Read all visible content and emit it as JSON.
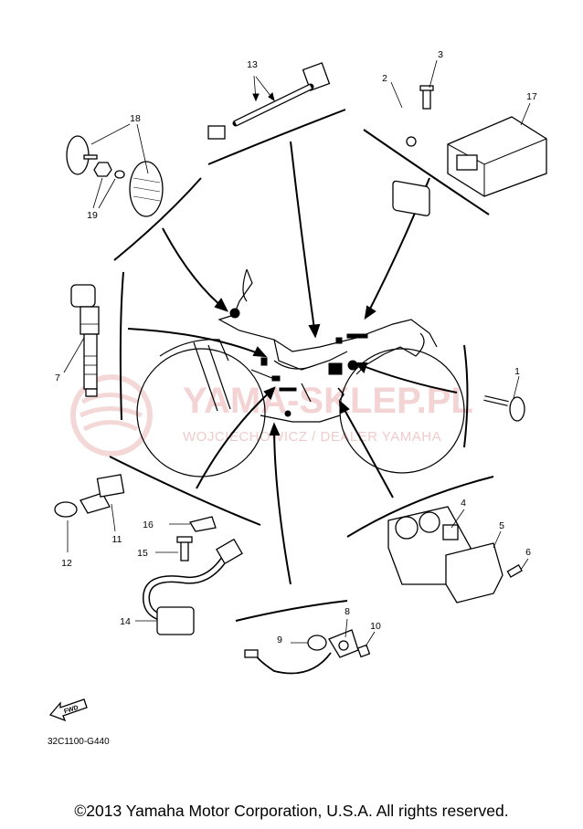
{
  "diagram": {
    "callouts": {
      "c1": "1",
      "c2": "2",
      "c3": "3",
      "c4": "4",
      "c5": "5",
      "c6": "6",
      "c7": "7",
      "c8": "8",
      "c9": "9",
      "c10": "10",
      "c11": "11",
      "c12": "12",
      "c13": "13",
      "c14": "14",
      "c15": "15",
      "c16": "16",
      "c17": "17",
      "c18": "18",
      "c19": "19"
    },
    "watermark": {
      "main": "YAMA-SKLEP.PL",
      "sub": "WOJCIECHOWICZ / DEALER YAMAHA"
    },
    "diagram_code": "32C1100-G440",
    "fwd_label": "FWD",
    "colors": {
      "ink": "#000000",
      "watermark": "#e6a0a0",
      "background": "#ffffff"
    }
  },
  "footer": {
    "copyright": "©2013 Yamaha Motor Corporation, U.S.A. All rights reserved."
  }
}
